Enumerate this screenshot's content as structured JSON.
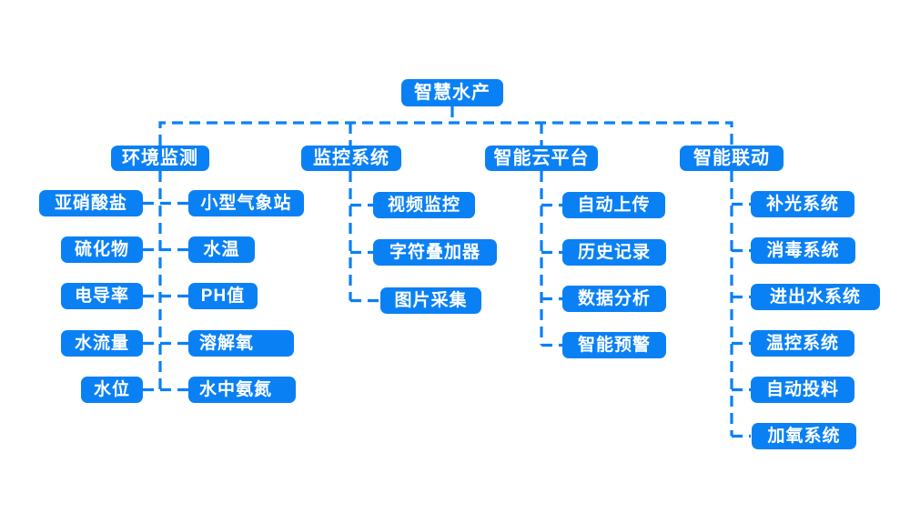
{
  "diagram": {
    "type": "mindmap-tree",
    "colors": {
      "primary": "#0a80f5",
      "background": "#ffffff",
      "node_text": "#ffffff",
      "connector": "#0a80f5",
      "connector_style": "dashed"
    },
    "root": {
      "label": "智慧水产"
    },
    "branches": [
      {
        "label": "环境监测",
        "children_left": [
          "亚硝酸盐",
          "硫化物",
          "电导率",
          "水流量",
          "水位"
        ],
        "children_right": [
          "小型气象站",
          "水温",
          "PH值",
          "溶解氧",
          "水中氨氮"
        ]
      },
      {
        "label": "监控系统",
        "children": [
          "视频监控",
          "字符叠加器",
          "图片采集"
        ]
      },
      {
        "label": "智能云平台",
        "children": [
          "自动上传",
          "历史记录",
          "数据分析",
          "智能预警"
        ]
      },
      {
        "label": "智能联动",
        "children": [
          "补光系统",
          "消毒系统",
          "进出水系统",
          "温控系统",
          "自动投料",
          "加氧系统"
        ]
      }
    ]
  }
}
